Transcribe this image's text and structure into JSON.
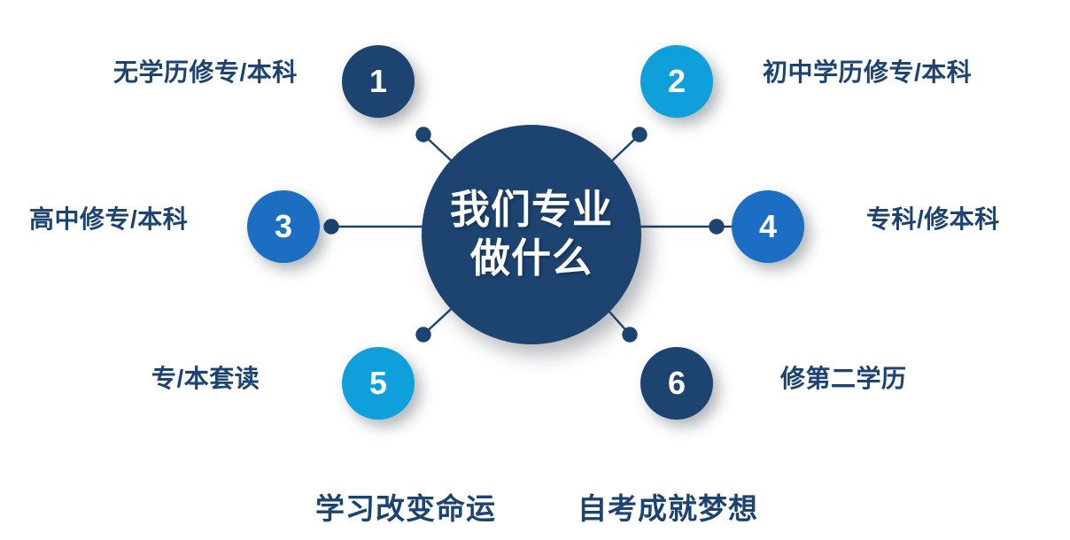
{
  "theme": {
    "navy": "#1d4371",
    "blue": "#1b6ec2",
    "cyan": "#0fa0dc",
    "text_color": "#1d4371",
    "background": "#ffffff",
    "connector_color": "#1d4371"
  },
  "hub": {
    "name": "center-hub",
    "title": "我们专业\n做什么",
    "line_1": "我们专业",
    "line_2": "做什么"
  },
  "nodes": [
    {
      "number": "1",
      "label": "无学历修专/本科",
      "color": "#1d4371"
    },
    {
      "number": "2",
      "label": "初中学历修专/本科",
      "color": "#0fa0dc"
    },
    {
      "number": "3",
      "label": "高中修专/本科",
      "color": "#1b6ec2"
    },
    {
      "number": "4",
      "label": "专科/修本科",
      "color": "#1b6ec2"
    },
    {
      "number": "5",
      "label": "专/本套读",
      "color": "#0fa0dc"
    },
    {
      "number": "6",
      "label": "修第二学历",
      "color": "#1d4371"
    }
  ],
  "footer": {
    "slogan_left": "学习改变命运",
    "slogan_right": "自考成就梦想"
  }
}
